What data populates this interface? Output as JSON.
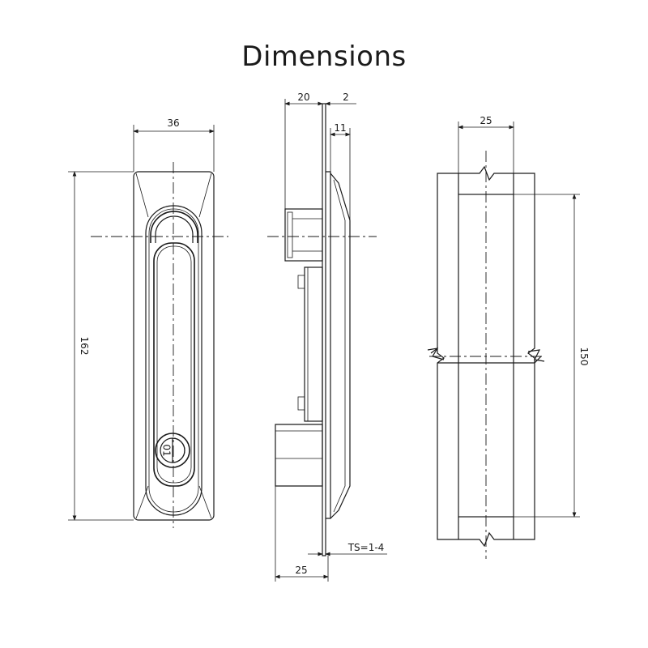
{
  "title": "Dimensions",
  "front_view": {
    "width_label": "36",
    "height_label": "162",
    "key_label": "01"
  },
  "side_view": {
    "d20": "20",
    "d2": "2",
    "d11": "11",
    "d25": "25",
    "ts": "TS=1-4"
  },
  "cutout_view": {
    "width_label": "25",
    "height_label": "150"
  }
}
